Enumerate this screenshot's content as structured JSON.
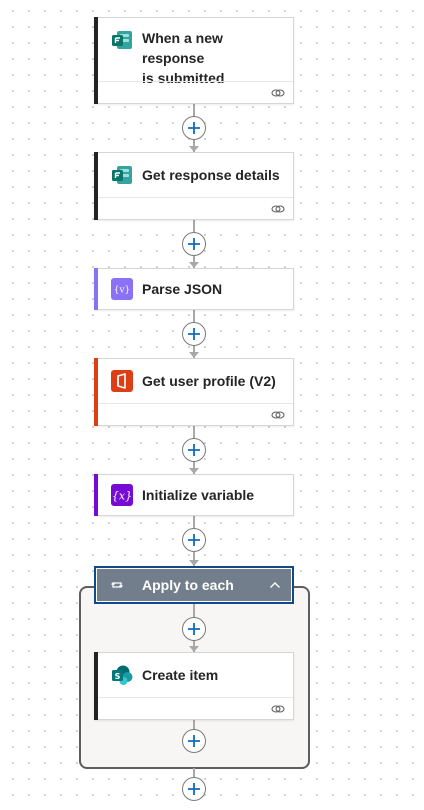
{
  "flow": {
    "steps": [
      {
        "title_line1": "When a new response",
        "title_line2": "is submitted",
        "icon": "forms-icon",
        "accent": "#242424"
      },
      {
        "title": "Get response details",
        "icon": "forms-icon",
        "accent": "#242424"
      },
      {
        "title": "Parse JSON",
        "icon": "data-operation-icon",
        "accent": "#8b71f5"
      },
      {
        "title": "Get user profile (V2)",
        "icon": "office365-icon",
        "accent": "#dc3e15"
      },
      {
        "title": "Initialize variable",
        "icon": "variable-icon",
        "accent": "#770bd6"
      }
    ],
    "loop": {
      "title": "Apply to each",
      "icon": "loop-icon",
      "inner_step": {
        "title": "Create item",
        "icon": "sharepoint-icon",
        "accent": "#242424"
      }
    }
  },
  "colors": {
    "connector": "#a8a8a8",
    "plus": "#0f6cbd",
    "loop_header": "#737e8c",
    "loop_border": "#0f4a8a"
  }
}
